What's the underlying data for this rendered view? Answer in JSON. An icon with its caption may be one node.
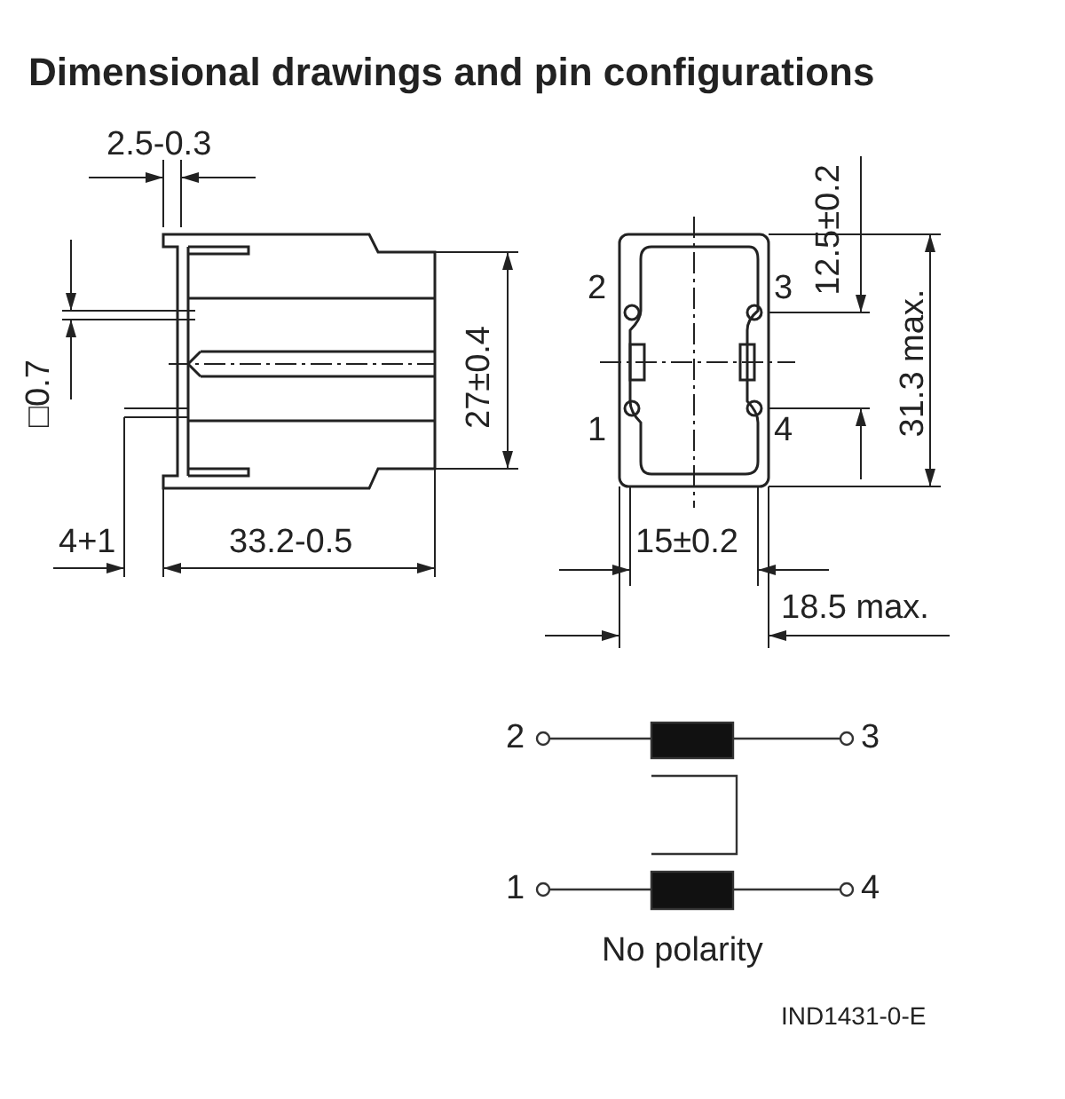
{
  "diagram": {
    "title": "Dimensional drawings and pin configurations",
    "labels": [
      "2.5-0.3",
      "2",
      "3",
      "12.5±0.2",
      "31.3 max.",
      "□0.7",
      "27±0.4",
      "1",
      "4",
      "4+1",
      "33.2-0.5",
      "15±0.2",
      "18.5 max.",
      "2",
      "3",
      "1",
      "4",
      "No polarity",
      "IND1431-0-E"
    ]
  }
}
